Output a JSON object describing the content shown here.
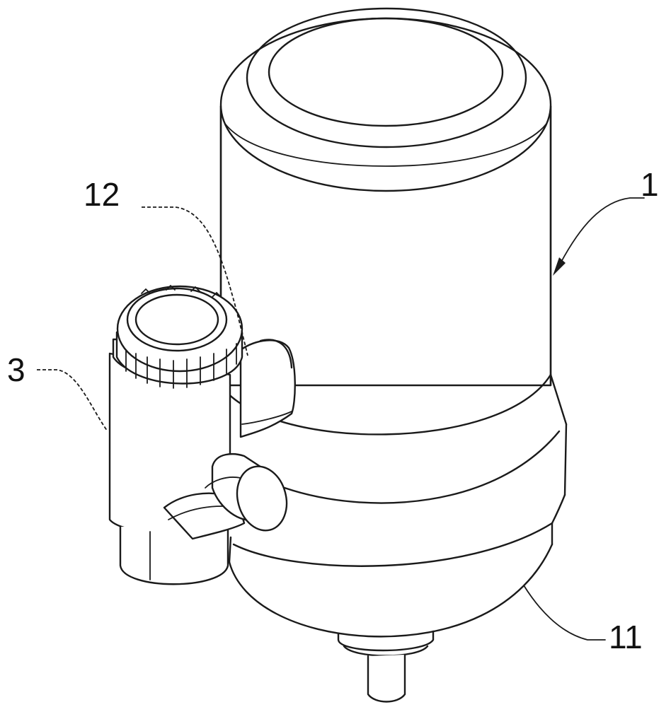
{
  "labels": {
    "housing": "1",
    "bottom_cap": "11",
    "side_port": "12",
    "valve_body": "3"
  }
}
